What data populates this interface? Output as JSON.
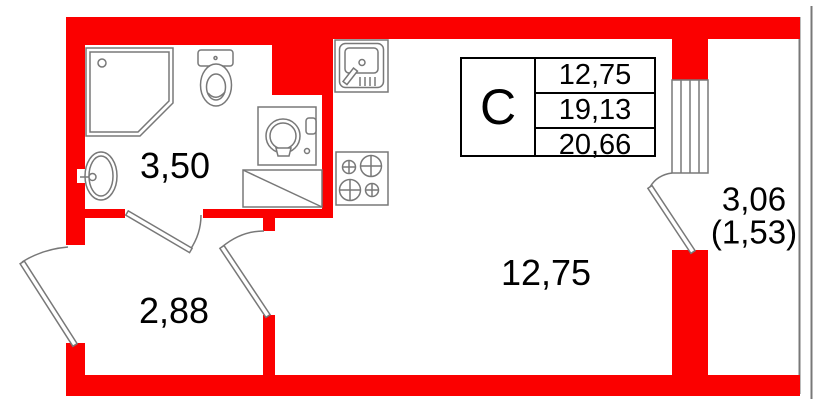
{
  "floor_plan": {
    "unit_table": {
      "type_label": "С",
      "rows": [
        "12,75",
        "19,13",
        "20,66"
      ]
    },
    "room_labels": {
      "bathroom": "3,50",
      "hallway": "2,88",
      "living_room": "12,75",
      "balcony": "3,06",
      "balcony_coefficient": "(1,53)"
    },
    "colors": {
      "wall": "#fb0000",
      "outline": "#787878",
      "text": "#000000"
    },
    "fixtures": [
      "shower-tray",
      "washbasin",
      "toilet",
      "washing-machine",
      "kitchen-counter",
      "kitchen-sink",
      "stove",
      "entrance-door",
      "bathroom-door",
      "room-door",
      "balcony-door",
      "balcony-window"
    ]
  }
}
